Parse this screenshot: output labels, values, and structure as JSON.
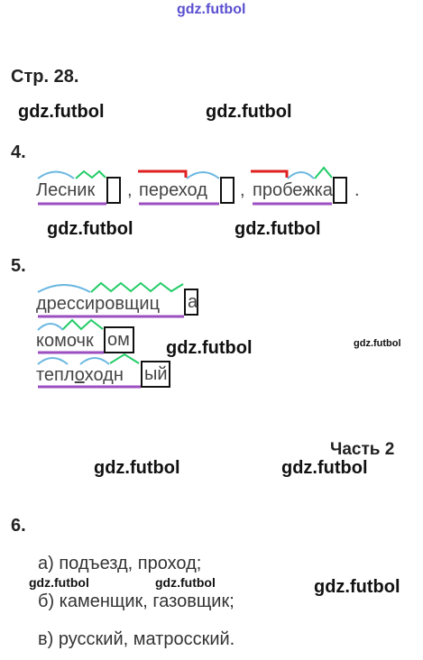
{
  "watermarks": {
    "top": "gdz.futbol",
    "a": "gdz.futbol",
    "b": "gdz.futbol",
    "c": "gdz.futbol",
    "d": "gdz.futbol",
    "e": "gdz.futbol",
    "f": "gdz.futbol",
    "g": "gdz.futbol",
    "h": "gdz.futbol",
    "i": "gdz.futbol",
    "j": "gdz.futbol",
    "k": "gdz.futbol"
  },
  "page_label": "Стр. 28.",
  "task4": {
    "number": "4.",
    "words": [
      "Лесник",
      "переход",
      "пробежка"
    ],
    "comma": ",",
    "period": "."
  },
  "task5": {
    "number": "5.",
    "w1_stem": "дрессировщиц",
    "w1_end": "а",
    "w2_stem": "комочк",
    "w2_end": "ом",
    "w3_a": "тепл",
    "w3_o": "о",
    "w3_b": "ходн",
    "w3_end": "ый"
  },
  "part_label": "Часть 2",
  "task6": {
    "number": "6.",
    "lines": [
      "а) подъезд, проход;",
      "б) каменщик, газовщик;",
      "в) русский, матросский."
    ]
  },
  "colors": {
    "blue": "#6ab7e0",
    "green": "#22cc66",
    "red": "#e02020",
    "purple": "#9b4fc0",
    "watermark": "#5a4fcf"
  }
}
